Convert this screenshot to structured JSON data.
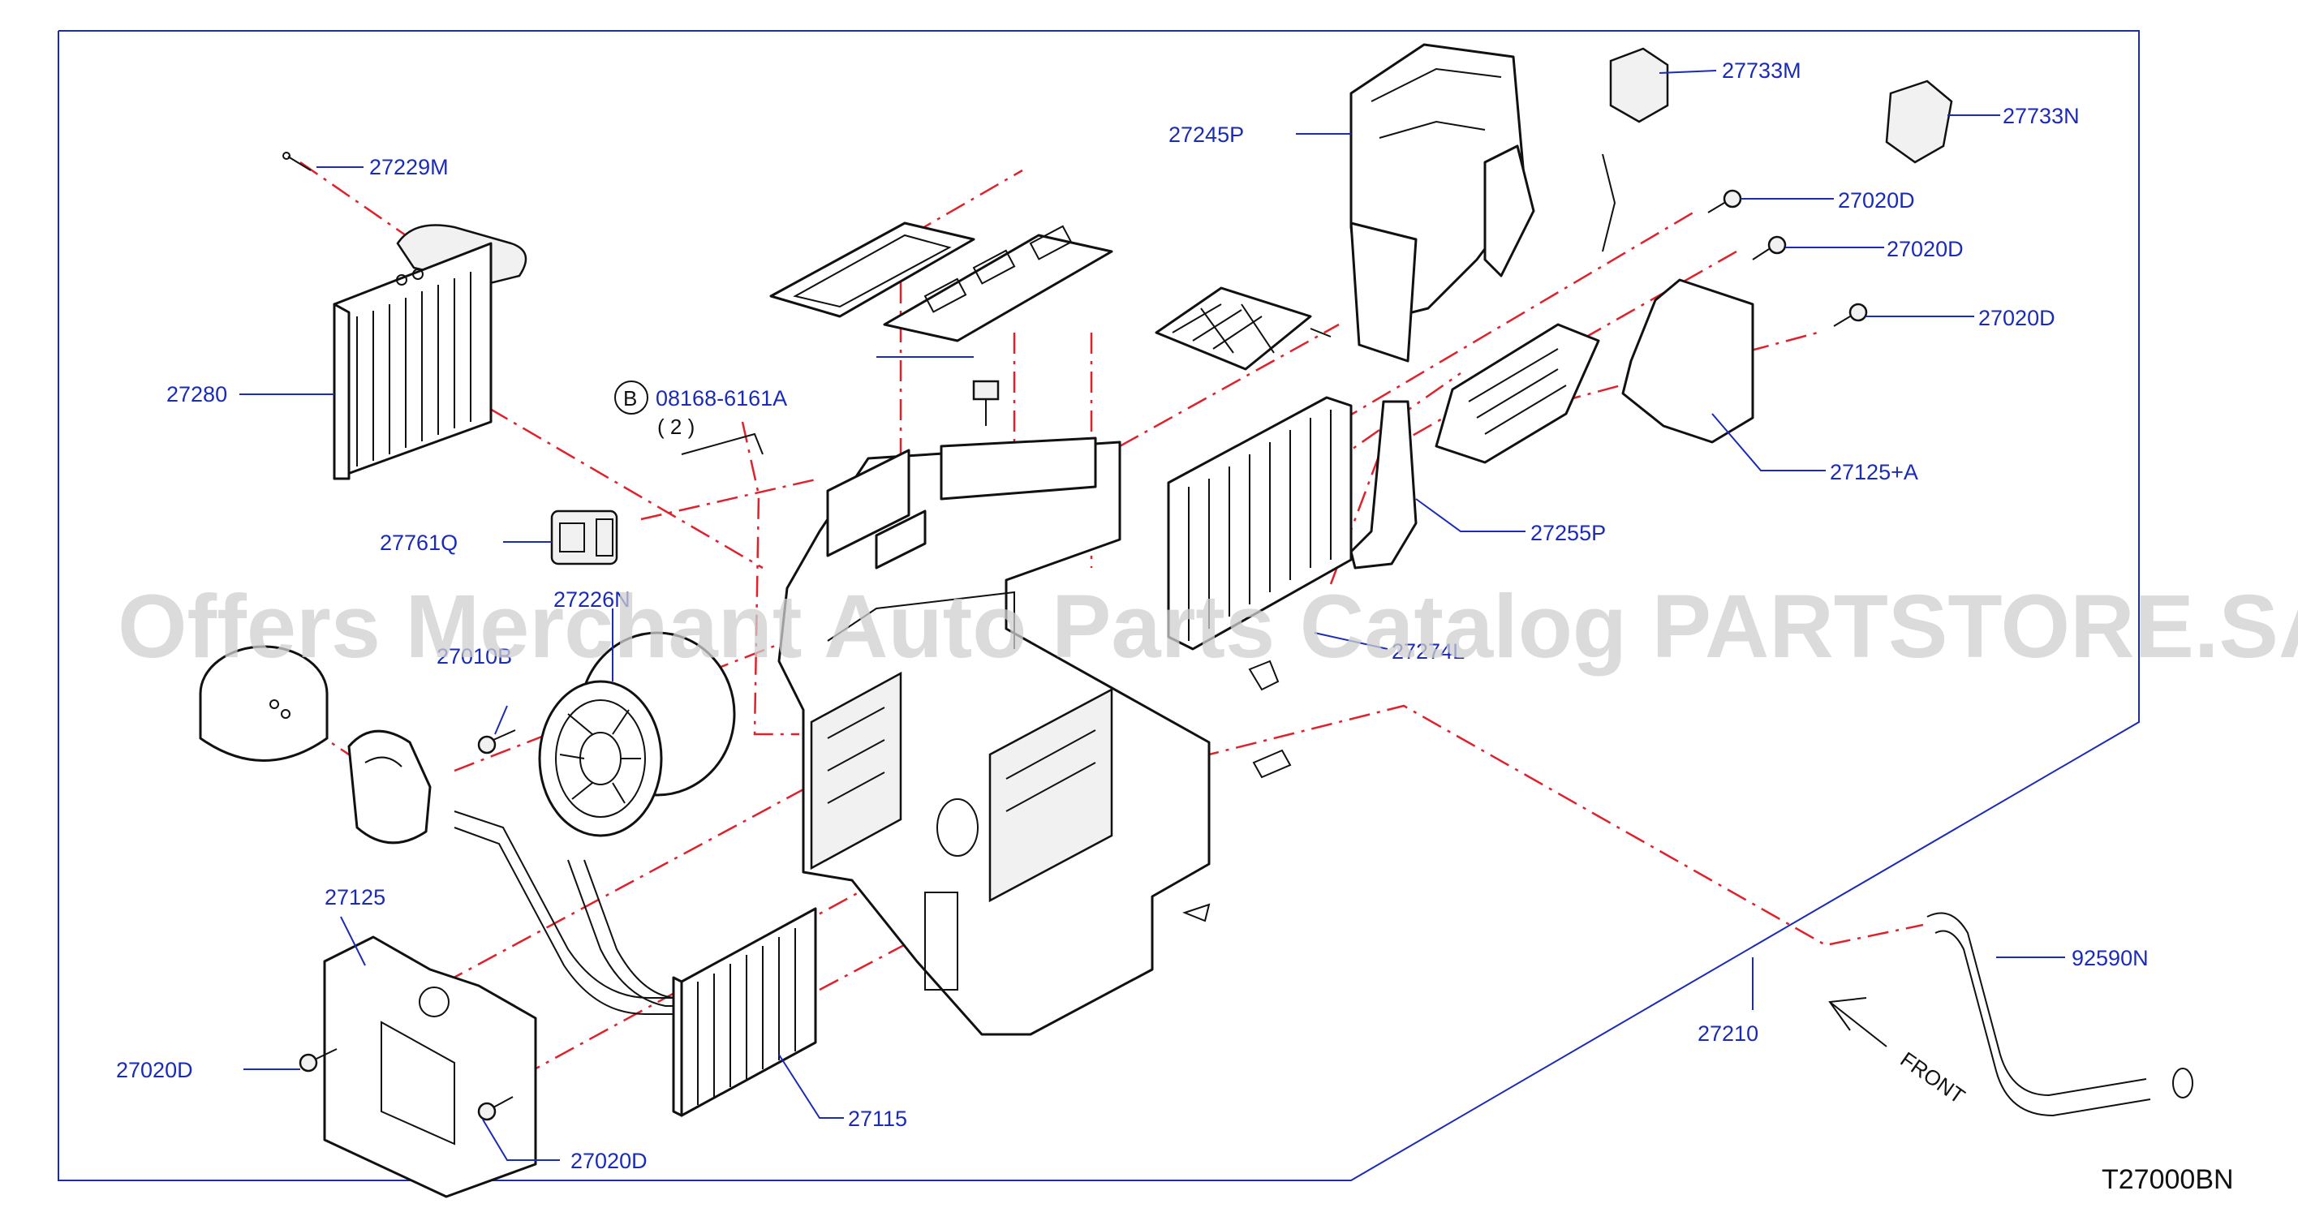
{
  "watermark": "Offers Merchant Auto Parts Catalog PARTSTORE.SA",
  "diagram_code": "T27000BN",
  "front_label": "FRONT",
  "bolt_callout": {
    "symbol": "B",
    "part": "08168-6161A",
    "qty": "( 2 )"
  },
  "parts": {
    "p27229M": "27229M",
    "p27280": "27280",
    "p27761Q": "27761Q",
    "p27226N": "27226N",
    "p27010B": "27010B",
    "p27245P": "27245P",
    "p27733M": "27733M",
    "p27733N": "27733N",
    "p27020D_a": "27020D",
    "p27020D_b": "27020D",
    "p27020D_c": "27020D",
    "p27125A": "27125+A",
    "p27255P": "27255P",
    "p27274L": "27274L",
    "p27125": "27125",
    "p27020D_d": "27020D",
    "p27020D_e": "27020D",
    "p27115": "27115",
    "p27210": "27210",
    "p92590N": "92590N"
  }
}
